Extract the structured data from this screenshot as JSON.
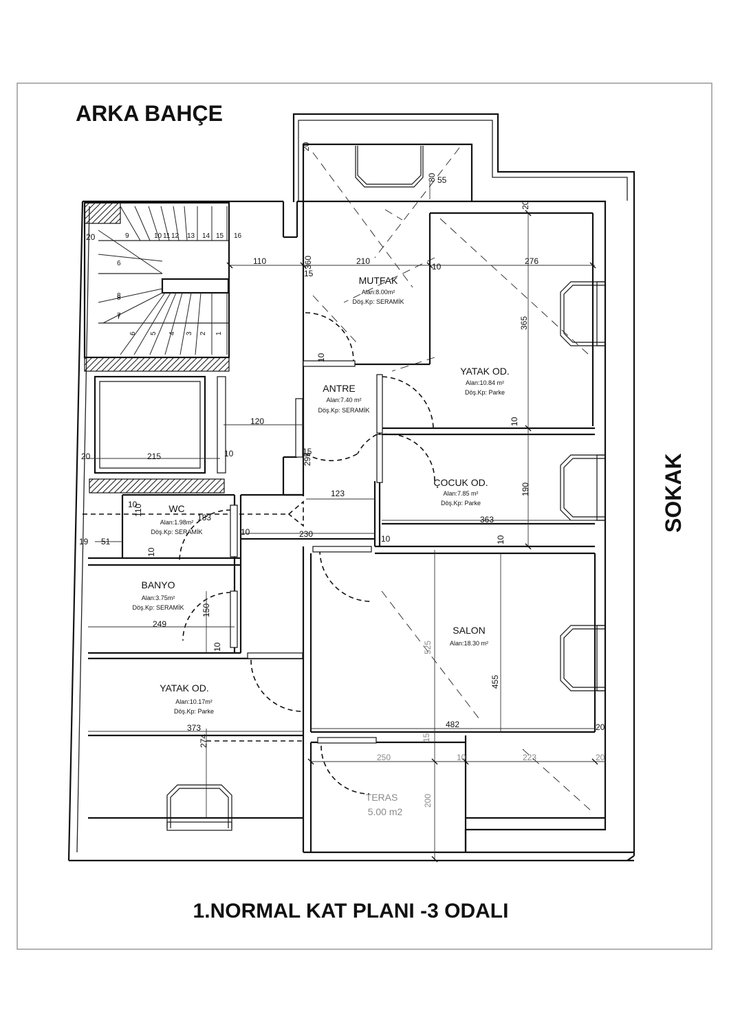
{
  "labels": {
    "top_left": "ARKA BAHÇE",
    "street": "SOKAK",
    "title": "1.NORMAL  KAT PLANI -3 ODALI"
  },
  "rooms": [
    {
      "name": "MUTFAK",
      "area": "Alan:8.00m²",
      "floor": "Döş.Kp: SERAMİK"
    },
    {
      "name": "YATAK OD.",
      "area": "Alan:10.84 m²",
      "floor": "Döş.Kp: Parke"
    },
    {
      "name": "ANTRE",
      "area": "Alan:7.40 m²",
      "floor": "Döş.Kp: SERAMİK"
    },
    {
      "name": "ÇOCUK OD.",
      "area": "Alan:7.85 m²",
      "floor": "Döş.Kp: Parke"
    },
    {
      "name": "WC",
      "area": "Alan:1.98m²",
      "floor": "Döş.Kp: SERAMİK"
    },
    {
      "name": "BANYO",
      "area": "Alan:3.75m²",
      "floor": "Döş.Kp: SERAMİK"
    },
    {
      "name": "SALON",
      "area": "Alan:18.30 m²",
      "floor": ""
    },
    {
      "name": "YATAK OD.",
      "area": "Alan:10.17m²",
      "floor": "Döş.Kp: Parke"
    },
    {
      "name": "TERAS",
      "area": "5.00 m2",
      "floor": ""
    }
  ],
  "dimensions": [
    "20",
    "80",
    "55",
    "20",
    "110",
    "360",
    "210",
    "10",
    "276",
    "15",
    "365",
    "10",
    "120",
    "10",
    "20",
    "215",
    "15",
    "295",
    "123",
    "10",
    "190",
    "110",
    "183",
    "10",
    "363",
    "10",
    "230",
    "10",
    "10",
    "19",
    "51",
    "10",
    "150",
    "249",
    "10",
    "525",
    "455",
    "373",
    "274",
    "482",
    "20",
    "15",
    "250",
    "10",
    "223",
    "20",
    "200",
    "20"
  ],
  "stair_steps": [
    "16",
    "15",
    "14",
    "13",
    "12",
    "11",
    "10",
    "9",
    "8",
    "7",
    "6",
    "5",
    "4",
    "3",
    "2",
    "1",
    "6",
    "8",
    "7"
  ]
}
